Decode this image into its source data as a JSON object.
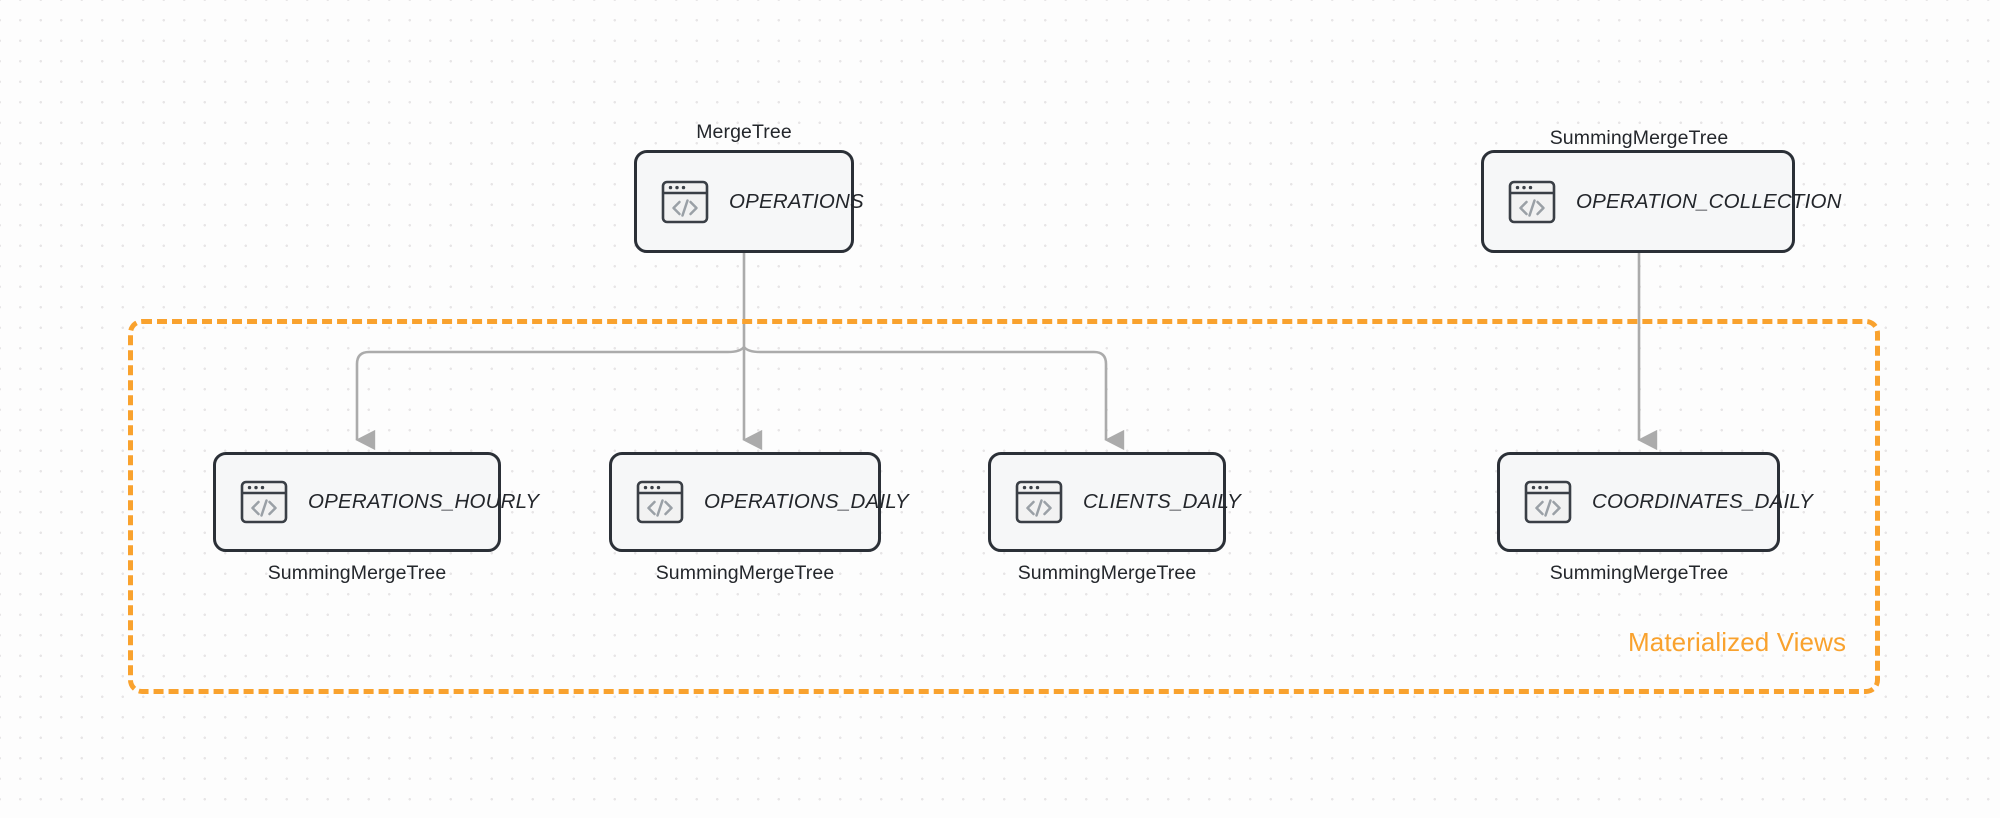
{
  "diagram": {
    "title": "ClickHouse table and materialized view lineage",
    "colors": {
      "accent_orange": "#f9a22e",
      "node_border": "#2b3037",
      "node_fill": "#f6f7f8",
      "arrow_gray": "#ababab",
      "canvas_background": "#fdfdfd"
    },
    "group": {
      "label": "Materialized Views"
    },
    "nodes": [
      {
        "id": "operations",
        "label": "OPERATIONS",
        "caption": "MergeTree",
        "caption_position": "above",
        "icon": "code-window-icon"
      },
      {
        "id": "operation_collection",
        "label": "OPERATION_COLLECTION",
        "caption": "SummingMergeTree",
        "caption_position": "above",
        "icon": "code-window-icon"
      },
      {
        "id": "operations_hourly",
        "label": "OPERATIONS_HOURLY",
        "caption": "SummingMergeTree",
        "caption_position": "below",
        "icon": "code-window-icon"
      },
      {
        "id": "operations_daily",
        "label": "OPERATIONS_DAILY",
        "caption": "SummingMergeTree",
        "caption_position": "below",
        "icon": "code-window-icon"
      },
      {
        "id": "clients_daily",
        "label": "CLIENTS_DAILY",
        "caption": "SummingMergeTree",
        "caption_position": "below",
        "icon": "code-window-icon"
      },
      {
        "id": "coordinates_daily",
        "label": "COORDINATES_DAILY",
        "caption": "SummingMergeTree",
        "caption_position": "below",
        "icon": "code-window-icon"
      }
    ],
    "edges": [
      {
        "from": "operations",
        "to": "operations_hourly"
      },
      {
        "from": "operations",
        "to": "operations_daily"
      },
      {
        "from": "operations",
        "to": "clients_daily"
      },
      {
        "from": "operation_collection",
        "to": "coordinates_daily"
      }
    ]
  }
}
